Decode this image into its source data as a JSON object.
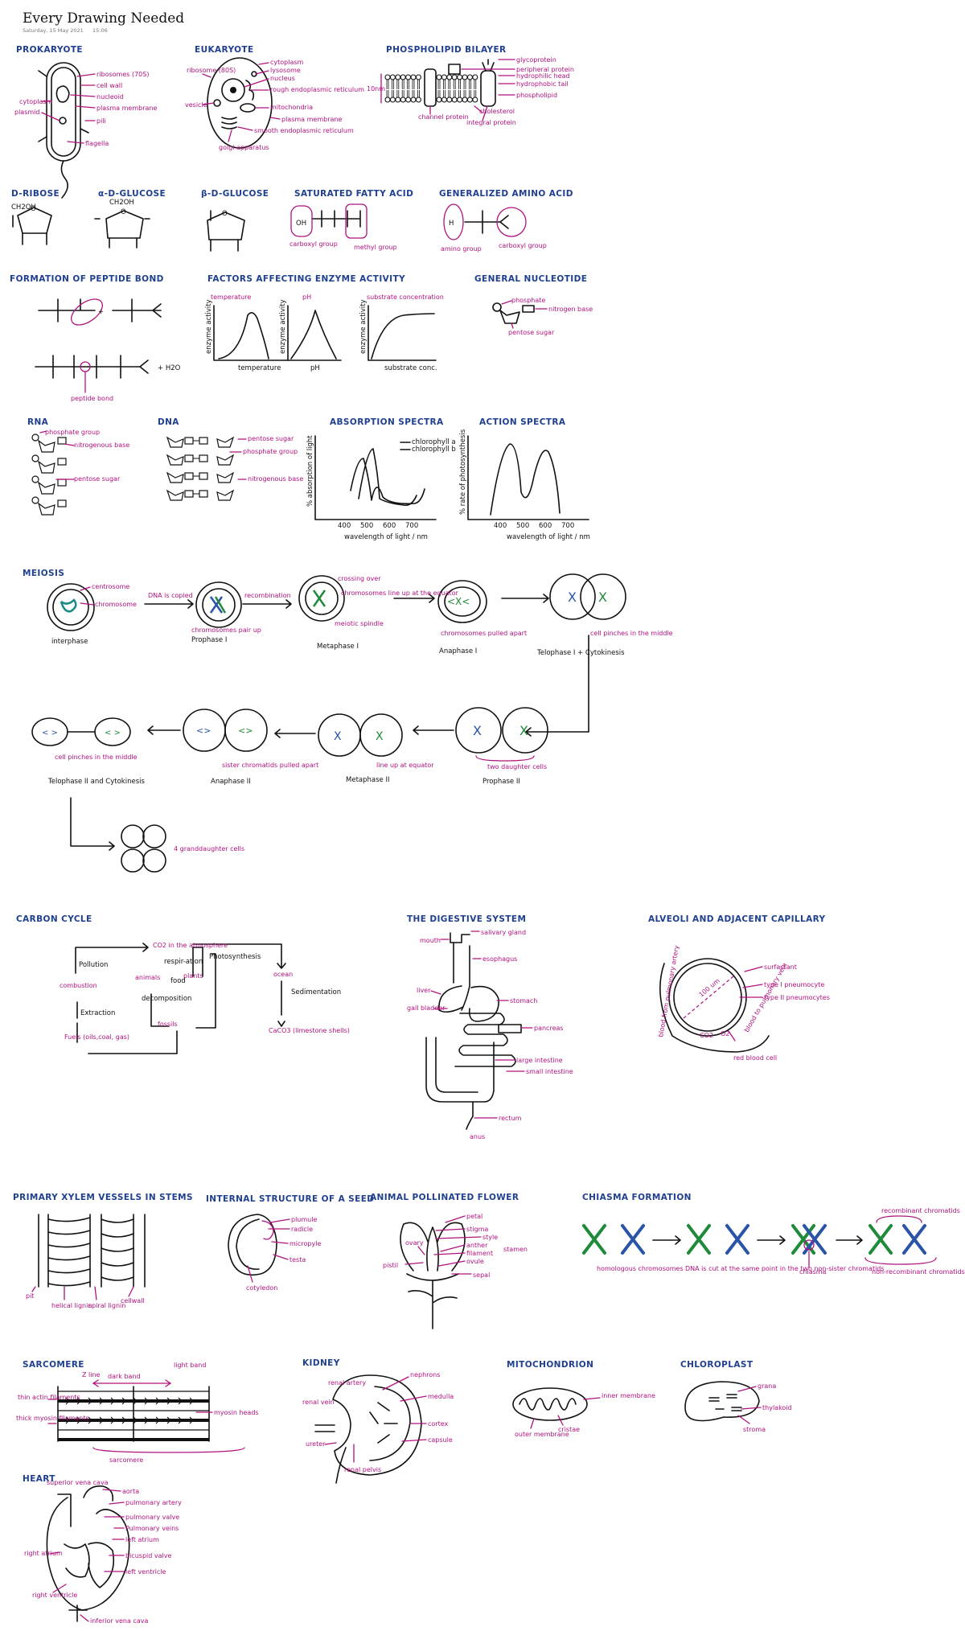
{
  "page": {
    "title": "Every Drawing Needed",
    "date": "Saturday, 15 May 2021",
    "time": "15:06"
  },
  "sections": {
    "prokaryote": {
      "title": "PROKARYOTE",
      "labels": [
        "ribosomes (70S)",
        "cell wall",
        "nucleoid",
        "plasma membrane",
        "pili",
        "flagella",
        "cytoplasm",
        "plasmid"
      ]
    },
    "eukaryote": {
      "title": "EUKARYOTE",
      "labels": [
        "ribosome (80S)",
        "cytoplasm",
        "lysosome",
        "nucleus",
        "rough endoplasmic reticulum",
        "mitochondria",
        "plasma membrane",
        "smooth endoplasmic reticulum",
        "golgi apparatus",
        "vesicle"
      ]
    },
    "phospholipid": {
      "title": "PHOSPHOLIPID BILAYER",
      "labels": [
        "glycoprotein",
        "peripheral protein",
        "hydrophilic head",
        "hydrophobic tail",
        "phospholipid",
        "cholesterol",
        "channel protein",
        "integral protein",
        "10nm"
      ]
    },
    "d_ribose": {
      "title": "D-RIBOSE"
    },
    "alpha_glucose": {
      "title": "α-D-GLUCOSE"
    },
    "beta_glucose": {
      "title": "β-D-GLUCOSE"
    },
    "fatty_acid": {
      "title": "SATURATED FATTY ACID",
      "labels": [
        "carboxyl group",
        "methyl group"
      ]
    },
    "amino_acid": {
      "title": "GENERALIZED AMINO ACID",
      "labels": [
        "amino group",
        "carboxyl group"
      ]
    },
    "peptide": {
      "title": "FORMATION OF PEPTIDE BOND",
      "labels": [
        "peptide bond",
        "+ H2O"
      ]
    },
    "enzyme": {
      "title": "FACTORS AFFECTING ENZYME ACTIVITY",
      "graphs": [
        "temperature",
        "pH",
        "substrate concentration"
      ],
      "y": "enzyme activity",
      "x": [
        "temperature",
        "pH",
        "substrate conc."
      ]
    },
    "nucleotide": {
      "title": "GENERAL NUCLEOTIDE",
      "labels": [
        "phosphate",
        "nitrogen base",
        "pentose sugar"
      ]
    },
    "rna": {
      "title": "RNA",
      "labels": [
        "phosphate group",
        "nitrogenous base",
        "pentose sugar"
      ]
    },
    "dna": {
      "title": "DNA",
      "labels": [
        "pentose sugar",
        "phosphate group",
        "nitrogenous base"
      ]
    },
    "absorption": {
      "title": "ABSORPTION SPECTRA",
      "legend": [
        "chlorophyll a",
        "chlorophyll b"
      ],
      "xlabel": "wavelength of light / nm",
      "ylabel": "% absorption of light",
      "ticks": [
        "400",
        "500",
        "600",
        "700"
      ]
    },
    "action": {
      "title": "ACTION SPECTRA",
      "xlabel": "wavelength of light / nm",
      "ylabel": "% rate of photosynthesis",
      "ticks": [
        "400",
        "500",
        "600",
        "700"
      ]
    },
    "meiosis": {
      "title": "MEIOSIS",
      "stages": [
        "interphase",
        "Prophase I",
        "Metaphase I",
        "Anaphase I",
        "Telophase I + Cytokinesis",
        "Prophase II",
        "Metaphase II",
        "Anaphase II",
        "Telophase II and Cytokinesis"
      ],
      "labels": [
        "centrosome",
        "chromosome",
        "DNA is copied",
        "recombination",
        "chromosomes pair up",
        "crossing over",
        "chromosomes line up at the equator",
        "meiotic spindle",
        "chromosomes pulled apart",
        "cell pinches in the middle",
        "two daughter cells",
        "line up at equator",
        "sister chromatids pulled apart",
        "cell pinches in the middle",
        "4 granddaughter cells"
      ]
    },
    "carbon": {
      "title": "CARBON CYCLE",
      "labels": [
        "CO2 in the atmosphere",
        "Photosynthesis",
        "respir-ation",
        "animals",
        "food",
        "plants",
        "Pollution",
        "combustion",
        "decomposition",
        "fossils",
        "Extraction",
        "Fuels (oils,coal, gas)",
        "ocean",
        "Sedimentation",
        "CaCO3 (limestone shells)"
      ]
    },
    "digestive": {
      "title": "THE DIGESTIVE SYSTEM",
      "labels": [
        "mouth",
        "salivary gland",
        "esophagus",
        "liver",
        "stomach",
        "gall bladder",
        "pancreas",
        "large intestine",
        "small intestine",
        "rectum",
        "anus"
      ]
    },
    "alveoli": {
      "title": "ALVEOLI AND ADJACENT CAPILLARY",
      "labels": [
        "surfactant",
        "type I pneumocyte",
        "type II pneumocytes",
        "blood from pulmonary artery",
        "blood to pulmonary vein",
        "red blood cell",
        "100 um",
        "CO2",
        "O2"
      ]
    },
    "xylem": {
      "title": "PRIMARY XYLEM VESSELS IN STEMS",
      "labels": [
        "pit",
        "helical lignin",
        "spiral lignin",
        "cellwall"
      ]
    },
    "seed": {
      "title": "INTERNAL STRUCTURE OF A SEED",
      "labels": [
        "plumule",
        "radicle",
        "micropyle",
        "testa",
        "cotyledon"
      ]
    },
    "flower": {
      "title": "ANIMAL POLLINATED FLOWER",
      "labels": [
        "petal",
        "stigma",
        "style",
        "anther",
        "filament",
        "ovule",
        "sepal",
        "ovary",
        "stamen",
        "pistil"
      ]
    },
    "chiasma": {
      "title": "CHIASMA FORMATION",
      "labels": [
        "recombinant chromatids",
        "homologous chromosomes",
        "DNA is cut at the same point in the two non-sister chromatids",
        "chiasma",
        "non-recombinant chromatids"
      ]
    },
    "sarcomere": {
      "title": "SARCOMERE",
      "labels": [
        "Z line",
        "dark band",
        "light band",
        "thin actin filaments",
        "thick myosin filaments",
        "myosin heads",
        "sarcomere"
      ]
    },
    "kidney": {
      "title": "KIDNEY",
      "labels": [
        "nephrons",
        "renal artery",
        "medulla",
        "renal vein",
        "cortex",
        "ureter",
        "capsule",
        "renal pelvis"
      ]
    },
    "mitochondrion": {
      "title": "MITOCHONDRION",
      "labels": [
        "inner membrane",
        "outer membrane",
        "cristae"
      ]
    },
    "chloroplast": {
      "title": "CHLOROPLAST",
      "labels": [
        "grana",
        "thylakoid",
        "stroma"
      ]
    },
    "heart": {
      "title": "HEART",
      "labels": [
        "superior vena cava",
        "aorta",
        "pulmonary artery",
        "pulmonary valve",
        "Pulmonary veins",
        "left atrium",
        "bicuspid valve",
        "left ventricle",
        "right atrium",
        "right ventricle",
        "inferior vena cava"
      ]
    }
  }
}
